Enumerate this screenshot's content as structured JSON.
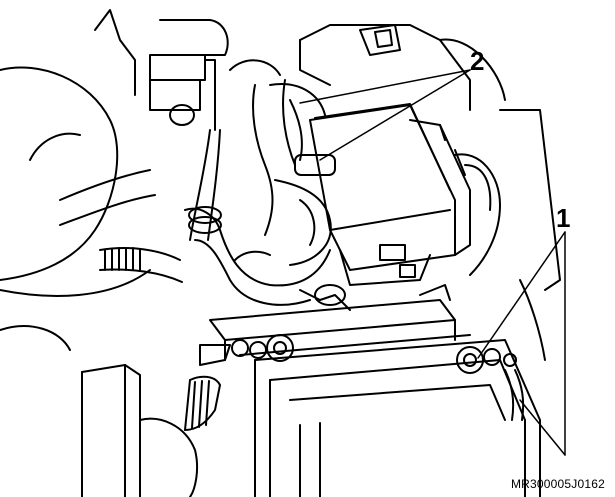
{
  "callouts": {
    "one": "1",
    "two": "2"
  },
  "figure_code": "MR300005J0162",
  "colors": {
    "line": "#000000",
    "fill": "#ffffff"
  }
}
